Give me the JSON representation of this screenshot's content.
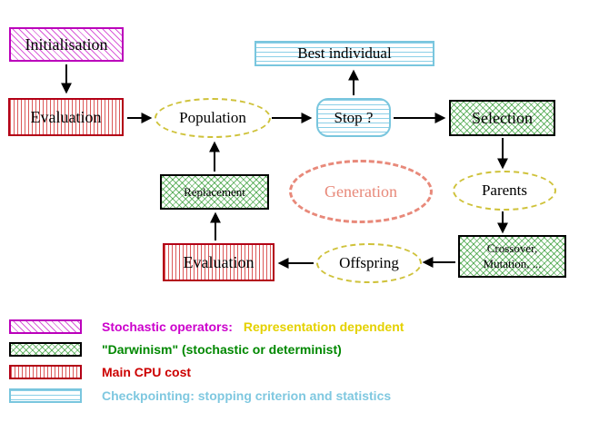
{
  "nodes": {
    "initialisation": "Initialisation",
    "evaluation_top": "Evaluation",
    "population": "Population",
    "best_individual": "Best individual",
    "stop": "Stop ?",
    "selection": "Selection",
    "parents": "Parents",
    "crossover_line1": "Crossover,",
    "crossover_line2": "Mutation, ...",
    "offspring": "Offspring",
    "evaluation_bottom": "Evaluation",
    "replacement": "Replacement",
    "generation": "Generation"
  },
  "legend": {
    "stochastic_label": "Stochastic operators:",
    "stochastic_note": "Representation dependent",
    "darwinism": "\"Darwinism\" (stochastic or determinist)",
    "cpu": "Main CPU cost",
    "checkpointing": "Checkpointing: stopping criterion and statistics"
  },
  "colors": {
    "magenta": "#cc00cc",
    "yellow": "#e4d100",
    "green": "#008800",
    "red": "#cc0000",
    "cyan": "#7fc8e0",
    "salmon": "#e8897a",
    "black": "#000000"
  }
}
